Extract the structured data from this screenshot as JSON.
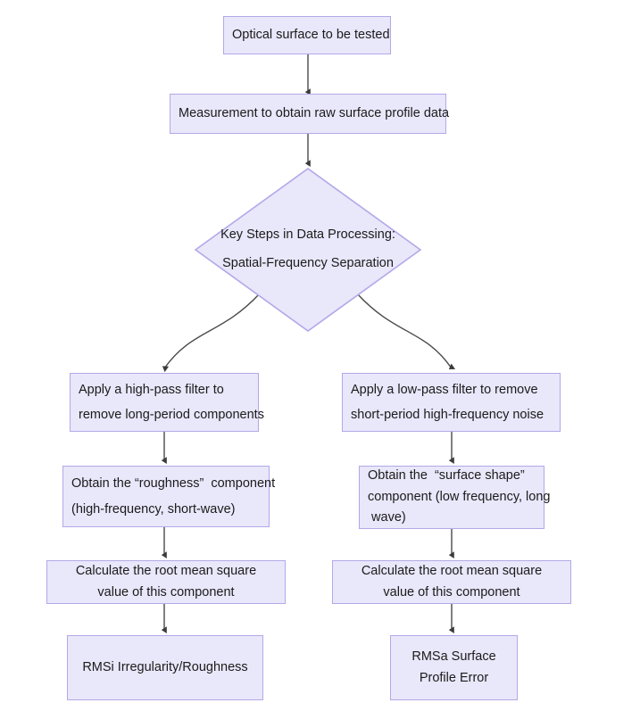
{
  "diagram": {
    "title": "Optical surface testing data-processing flowchart",
    "type": "flowchart",
    "colors": {
      "node_fill": "#e9e7fa",
      "node_border": "#b3a8e8",
      "edge": "#444444",
      "text": "#1b1b1b",
      "background": "#ffffff"
    },
    "nodes": {
      "start": {
        "shape": "rectangle",
        "lines": [
          "Optical surface to be tested"
        ]
      },
      "measurement": {
        "shape": "rectangle",
        "lines": [
          "Measurement to obtain raw surface profile data"
        ]
      },
      "decision": {
        "shape": "diamond",
        "lines": [
          "Key Steps in Data Processing:",
          "Spatial-Frequency Separation"
        ]
      },
      "highpass": {
        "shape": "rectangle",
        "lines": [
          "Apply a high-pass filter to",
          "remove long-period components"
        ]
      },
      "lowpass": {
        "shape": "rectangle",
        "lines": [
          "Apply a low-pass filter to remove",
          "short-period high-frequency noise"
        ]
      },
      "roughness_component": {
        "shape": "rectangle",
        "lines": [
          "Obtain the “roughness”  component",
          "(high-frequency, short-wave)"
        ]
      },
      "surface_shape_component": {
        "shape": "rectangle",
        "lines": [
          "Obtain the  “surface shape”",
          "component (low frequency, long",
          " wave)"
        ]
      },
      "rms_left": {
        "shape": "rectangle",
        "lines": [
          "Calculate the root mean square",
          "value of this component"
        ]
      },
      "rms_right": {
        "shape": "rectangle",
        "lines": [
          "Calculate the root mean square",
          "value of this component"
        ]
      },
      "result_left": {
        "shape": "rectangle",
        "lines": [
          "RMSi Irregularity/Roughness"
        ]
      },
      "result_right": {
        "shape": "rectangle",
        "lines": [
          "RMSa Surface",
          "Profile Error"
        ]
      }
    },
    "edges": [
      {
        "from": "start",
        "to": "measurement",
        "style": "straight-down"
      },
      {
        "from": "measurement",
        "to": "decision",
        "style": "straight-down"
      },
      {
        "from": "decision",
        "to": "highpass",
        "style": "curve-left"
      },
      {
        "from": "decision",
        "to": "lowpass",
        "style": "curve-right"
      },
      {
        "from": "highpass",
        "to": "roughness_component",
        "style": "straight-down"
      },
      {
        "from": "lowpass",
        "to": "surface_shape_component",
        "style": "straight-down"
      },
      {
        "from": "roughness_component",
        "to": "rms_left",
        "style": "straight-down"
      },
      {
        "from": "surface_shape_component",
        "to": "rms_right",
        "style": "straight-down"
      },
      {
        "from": "rms_left",
        "to": "result_left",
        "style": "straight-down"
      },
      {
        "from": "rms_right",
        "to": "result_right",
        "style": "straight-down"
      }
    ]
  }
}
